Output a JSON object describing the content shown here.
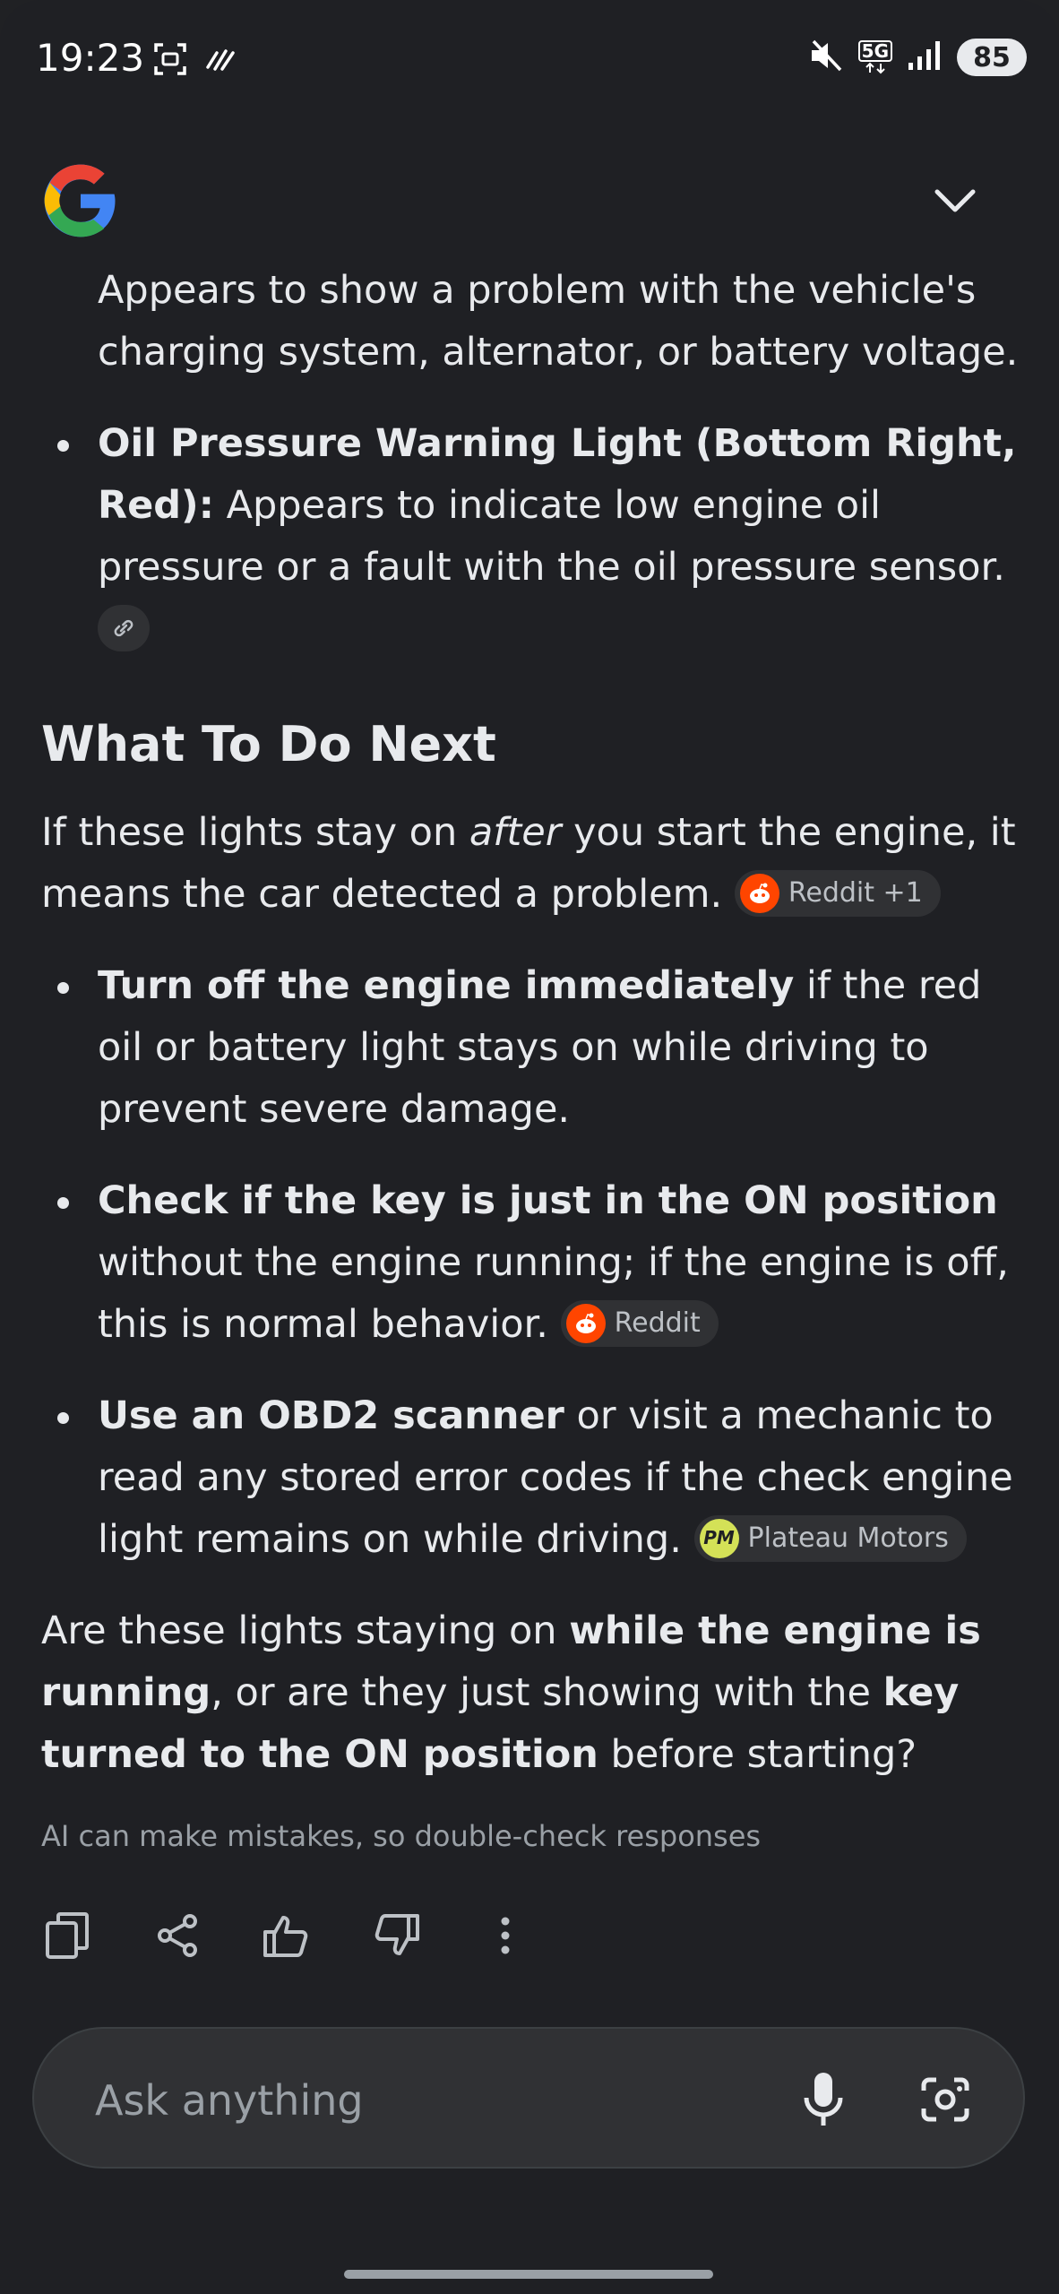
{
  "status_bar": {
    "time": "19:23",
    "network": "5G",
    "battery": "85"
  },
  "answer": {
    "para_intro": "Appears to show a problem with the vehicle's charging system, alternator, or battery voltage.",
    "bullet_oil": {
      "bold": "Oil Pressure Warning Light (Bottom Right, Red):",
      "text": " Appears to indicate low engine oil pressure or a fault with the oil pressure sensor."
    },
    "heading": "What To Do Next",
    "para_after": {
      "pre": "If these lights stay on ",
      "italic": "after",
      "post": " you start the engine, it means the car detected a problem."
    },
    "chip1": {
      "label": "Reddit +1"
    },
    "bullets": [
      {
        "bold": "Turn off the engine immediately",
        "text": " if the red oil or battery light stays on while driving to prevent severe damage."
      },
      {
        "bold": "Check if the key is just in the ON position",
        "text": " without the engine running; if the engine is off, this is normal behavior."
      },
      {
        "bold": "Use an OBD2 scanner",
        "text": " or visit a mechanic to read any stored error codes if the check engine light remains on while driving."
      }
    ],
    "chip2": {
      "label": "Reddit"
    },
    "chip3": {
      "label": "Plateau Motors",
      "avatar": "PM"
    },
    "question": {
      "t1": "Are these lights staying on ",
      "b1": "while the engine is running",
      "t2": ", or are they just showing with the ",
      "b2": "key turned to the ON position",
      "t3": " before starting?"
    }
  },
  "disclaimer": "AI can make mistakes, so double-check responses",
  "actions": [
    "copy-icon",
    "share-icon",
    "thumbs-up-icon",
    "thumbs-down-icon",
    "more-vert-icon"
  ],
  "ask": {
    "placeholder": "Ask anything"
  },
  "colors": {
    "background": "#1f2024",
    "chip": "#303134",
    "reddit": "#ff4500",
    "pm": "#d4e157"
  }
}
